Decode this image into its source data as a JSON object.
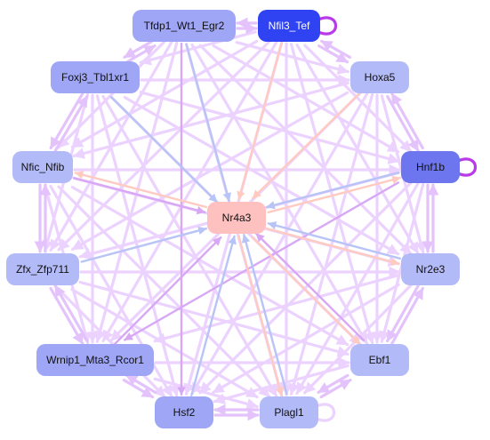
{
  "colors": {
    "edge_default": "#e4c2fb",
    "edge_light": "#ecd2ff",
    "edge_blue": "#b8c4f6",
    "edge_peach": "#ffcbc0",
    "edge_mauve": "#d8a8f5",
    "self_loop": "#b83ae8",
    "node_light": "#b3baf8",
    "node_medium": "#9fa6f5",
    "node_strong": "#6d76ef",
    "node_darkest": "#3043f3",
    "node_center": "#ffc0c0"
  },
  "graph": {
    "nodes": [
      {
        "id": "tfdp1",
        "label": "Tfdp1_Wt1_Egr2",
        "fill": "node_medium",
        "text_color": "dark_text"
      },
      {
        "id": "nfil3",
        "label": "Nfil3_Tef",
        "fill": "node_darkest",
        "text_color": "light_text",
        "self_loop": true
      },
      {
        "id": "foxj3",
        "label": "Foxj3_Tbl1xr1",
        "fill": "node_medium",
        "text_color": "dark_text"
      },
      {
        "id": "hoxa5",
        "label": "Hoxa5",
        "fill": "node_light",
        "text_color": "dark_text"
      },
      {
        "id": "nfic",
        "label": "Nfic_Nfib",
        "fill": "node_light",
        "text_color": "dark_text"
      },
      {
        "id": "hnf1b",
        "label": "Hnf1b",
        "fill": "node_strong",
        "text_color": "dark_text",
        "self_loop": true
      },
      {
        "id": "nr4a3",
        "label": "Nr4a3",
        "fill": "node_center",
        "text_color": "dark_text"
      },
      {
        "id": "zfx",
        "label": "Zfx_Zfp711",
        "fill": "node_light",
        "text_color": "dark_text"
      },
      {
        "id": "nr2e3",
        "label": "Nr2e3",
        "fill": "node_light",
        "text_color": "dark_text"
      },
      {
        "id": "wrnip1",
        "label": "Wrnip1_Mta3_Rcor1",
        "fill": "node_medium",
        "text_color": "dark_text"
      },
      {
        "id": "ebf1",
        "label": "Ebf1",
        "fill": "node_light",
        "text_color": "dark_text"
      },
      {
        "id": "hsf2",
        "label": "Hsf2",
        "fill": "node_medium",
        "text_color": "dark_text"
      },
      {
        "id": "plagl1",
        "label": "Plagl1",
        "fill": "node_light",
        "text_color": "dark_text",
        "self_loop": true
      }
    ],
    "edges": [
      {
        "from": "nfil3",
        "to": "nr4a3",
        "color": "edge_peach"
      },
      {
        "from": "hoxa5",
        "to": "nr4a3",
        "color": "edge_peach"
      },
      {
        "from": "hnf1b",
        "to": "nr4a3",
        "color": "edge_blue"
      },
      {
        "from": "nr2e3",
        "to": "nr4a3",
        "color": "edge_blue"
      },
      {
        "from": "ebf1",
        "to": "nr4a3",
        "color": "edge_mauve"
      },
      {
        "from": "plagl1",
        "to": "nr4a3",
        "color": "edge_blue"
      },
      {
        "from": "hsf2",
        "to": "nr4a3",
        "color": "edge_blue"
      },
      {
        "from": "wrnip1",
        "to": "nr4a3",
        "color": "edge_mauve"
      },
      {
        "from": "zfx",
        "to": "nr4a3",
        "color": "edge_blue"
      },
      {
        "from": "nfic",
        "to": "nr4a3",
        "color": "edge_mauve"
      },
      {
        "from": "foxj3",
        "to": "nr4a3",
        "color": "edge_blue"
      },
      {
        "from": "tfdp1",
        "to": "nr4a3",
        "color": "edge_blue"
      },
      {
        "from": "nr4a3",
        "to": "nfic",
        "color": "edge_peach"
      },
      {
        "from": "nr4a3",
        "to": "hnf1b",
        "color": "edge_peach"
      },
      {
        "from": "nr4a3",
        "to": "nr2e3",
        "color": "edge_peach"
      },
      {
        "from": "nr4a3",
        "to": "ebf1",
        "color": "edge_peach"
      },
      {
        "from": "nr4a3",
        "to": "plagl1",
        "color": "edge_peach"
      },
      {
        "from": "tfdp1",
        "to": "nfil3",
        "color": "edge_default"
      },
      {
        "from": "nfil3",
        "to": "tfdp1",
        "color": "edge_default"
      },
      {
        "from": "tfdp1",
        "to": "foxj3",
        "color": "edge_default"
      },
      {
        "from": "foxj3",
        "to": "tfdp1",
        "color": "edge_default"
      },
      {
        "from": "nfil3",
        "to": "hoxa5",
        "color": "edge_default"
      },
      {
        "from": "hoxa5",
        "to": "nfil3",
        "color": "edge_default"
      },
      {
        "from": "foxj3",
        "to": "nfic",
        "color": "edge_default"
      },
      {
        "from": "nfic",
        "to": "foxj3",
        "color": "edge_default"
      },
      {
        "from": "hoxa5",
        "to": "hnf1b",
        "color": "edge_default"
      },
      {
        "from": "hnf1b",
        "to": "hoxa5",
        "color": "edge_default"
      },
      {
        "from": "nfic",
        "to": "zfx",
        "color": "edge_default"
      },
      {
        "from": "zfx",
        "to": "nfic",
        "color": "edge_default"
      },
      {
        "from": "hnf1b",
        "to": "nr2e3",
        "color": "edge_default"
      },
      {
        "from": "nr2e3",
        "to": "hnf1b",
        "color": "edge_default"
      },
      {
        "from": "zfx",
        "to": "wrnip1",
        "color": "edge_default"
      },
      {
        "from": "wrnip1",
        "to": "zfx",
        "color": "edge_default"
      },
      {
        "from": "nr2e3",
        "to": "ebf1",
        "color": "edge_default"
      },
      {
        "from": "ebf1",
        "to": "nr2e3",
        "color": "edge_default"
      },
      {
        "from": "wrnip1",
        "to": "hsf2",
        "color": "edge_default"
      },
      {
        "from": "hsf2",
        "to": "wrnip1",
        "color": "edge_default"
      },
      {
        "from": "ebf1",
        "to": "plagl1",
        "color": "edge_default"
      },
      {
        "from": "plagl1",
        "to": "ebf1",
        "color": "edge_default"
      },
      {
        "from": "hsf2",
        "to": "plagl1",
        "color": "edge_default"
      },
      {
        "from": "plagl1",
        "to": "hsf2",
        "color": "edge_default"
      },
      {
        "from": "tfdp1",
        "to": "hoxa5",
        "color": "edge_light"
      },
      {
        "from": "tfdp1",
        "to": "hnf1b",
        "color": "edge_light"
      },
      {
        "from": "tfdp1",
        "to": "nr2e3",
        "color": "edge_light"
      },
      {
        "from": "tfdp1",
        "to": "ebf1",
        "color": "edge_light"
      },
      {
        "from": "tfdp1",
        "to": "plagl1",
        "color": "edge_light"
      },
      {
        "from": "tfdp1",
        "to": "hsf2",
        "color": "edge_mauve"
      },
      {
        "from": "tfdp1",
        "to": "wrnip1",
        "color": "edge_light"
      },
      {
        "from": "tfdp1",
        "to": "zfx",
        "color": "edge_light"
      },
      {
        "from": "tfdp1",
        "to": "nfic",
        "color": "edge_light"
      },
      {
        "from": "nfil3",
        "to": "foxj3",
        "color": "edge_light"
      },
      {
        "from": "nfil3",
        "to": "nfic",
        "color": "edge_light"
      },
      {
        "from": "nfil3",
        "to": "zfx",
        "color": "edge_light"
      },
      {
        "from": "nfil3",
        "to": "wrnip1",
        "color": "edge_light"
      },
      {
        "from": "nfil3",
        "to": "hsf2",
        "color": "edge_light"
      },
      {
        "from": "nfil3",
        "to": "plagl1",
        "color": "edge_light"
      },
      {
        "from": "nfil3",
        "to": "ebf1",
        "color": "edge_light"
      },
      {
        "from": "nfil3",
        "to": "nr2e3",
        "color": "edge_light"
      },
      {
        "from": "nfil3",
        "to": "hnf1b",
        "color": "edge_light"
      },
      {
        "from": "foxj3",
        "to": "hoxa5",
        "color": "edge_light"
      },
      {
        "from": "foxj3",
        "to": "hnf1b",
        "color": "edge_light"
      },
      {
        "from": "foxj3",
        "to": "nr2e3",
        "color": "edge_light"
      },
      {
        "from": "foxj3",
        "to": "ebf1",
        "color": "edge_light"
      },
      {
        "from": "foxj3",
        "to": "plagl1",
        "color": "edge_light"
      },
      {
        "from": "foxj3",
        "to": "hsf2",
        "color": "edge_light"
      },
      {
        "from": "foxj3",
        "to": "wrnip1",
        "color": "edge_light"
      },
      {
        "from": "foxj3",
        "to": "zfx",
        "color": "edge_light"
      },
      {
        "from": "hoxa5",
        "to": "nfic",
        "color": "edge_light"
      },
      {
        "from": "hoxa5",
        "to": "zfx",
        "color": "edge_light"
      },
      {
        "from": "hoxa5",
        "to": "wrnip1",
        "color": "edge_light"
      },
      {
        "from": "hoxa5",
        "to": "hsf2",
        "color": "edge_light"
      },
      {
        "from": "hoxa5",
        "to": "plagl1",
        "color": "edge_light"
      },
      {
        "from": "hoxa5",
        "to": "ebf1",
        "color": "edge_light"
      },
      {
        "from": "hoxa5",
        "to": "nr2e3",
        "color": "edge_light"
      },
      {
        "from": "nfic",
        "to": "hnf1b",
        "color": "edge_light"
      },
      {
        "from": "nfic",
        "to": "nr2e3",
        "color": "edge_light"
      },
      {
        "from": "nfic",
        "to": "ebf1",
        "color": "edge_light"
      },
      {
        "from": "nfic",
        "to": "plagl1",
        "color": "edge_light"
      },
      {
        "from": "nfic",
        "to": "hsf2",
        "color": "edge_light"
      },
      {
        "from": "nfic",
        "to": "wrnip1",
        "color": "edge_light"
      },
      {
        "from": "hnf1b",
        "to": "zfx",
        "color": "edge_light"
      },
      {
        "from": "hnf1b",
        "to": "wrnip1",
        "color": "edge_mauve"
      },
      {
        "from": "hnf1b",
        "to": "hsf2",
        "color": "edge_light"
      },
      {
        "from": "hnf1b",
        "to": "plagl1",
        "color": "edge_light"
      },
      {
        "from": "hnf1b",
        "to": "ebf1",
        "color": "edge_light"
      },
      {
        "from": "zfx",
        "to": "nr2e3",
        "color": "edge_light"
      },
      {
        "from": "zfx",
        "to": "ebf1",
        "color": "edge_light"
      },
      {
        "from": "zfx",
        "to": "plagl1",
        "color": "edge_light"
      },
      {
        "from": "zfx",
        "to": "hsf2",
        "color": "edge_light"
      },
      {
        "from": "nr2e3",
        "to": "wrnip1",
        "color": "edge_light"
      },
      {
        "from": "nr2e3",
        "to": "hsf2",
        "color": "edge_light"
      },
      {
        "from": "nr2e3",
        "to": "plagl1",
        "color": "edge_light"
      },
      {
        "from": "wrnip1",
        "to": "ebf1",
        "color": "edge_light"
      },
      {
        "from": "wrnip1",
        "to": "plagl1",
        "color": "edge_light"
      },
      {
        "from": "ebf1",
        "to": "hsf2",
        "color": "edge_light"
      }
    ]
  }
}
